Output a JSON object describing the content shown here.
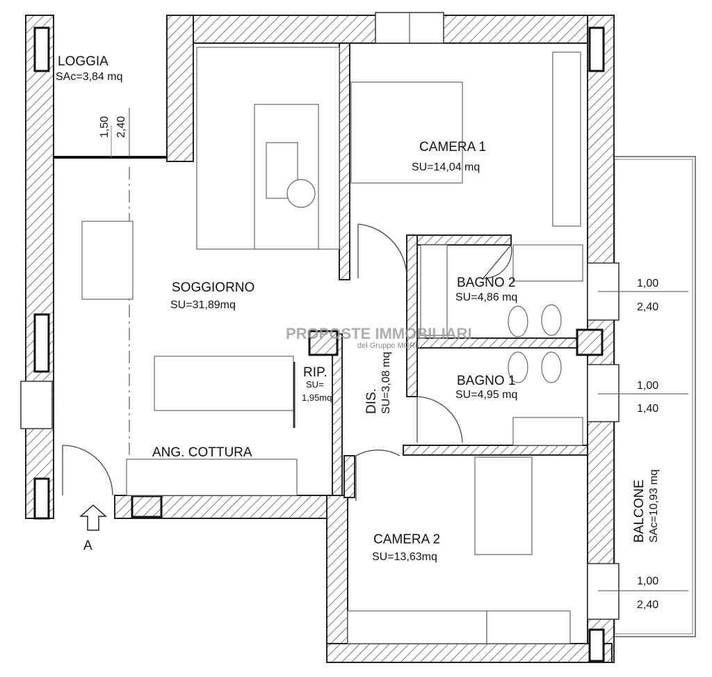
{
  "rooms": {
    "loggia": {
      "name": "LOGGIA",
      "area": "SAc=3,84 mq",
      "dim_width": "1,50",
      "dim_height": "2,40"
    },
    "soggiorno": {
      "name": "SOGGIORNO",
      "area": "SU=31,89mq"
    },
    "camera1": {
      "name": "CAMERA 1",
      "area": "SU=14,04 mq"
    },
    "bagno2": {
      "name": "BAGNO 2",
      "area": "SU=4,86 mq"
    },
    "bagno1": {
      "name": "BAGNO 1",
      "area": "SU=4,95 mq"
    },
    "rip": {
      "name": "RIP.",
      "area_label": "SU=",
      "area": "1,95mq"
    },
    "dis": {
      "name": "DIS.",
      "area": "SU=3,08 mq"
    },
    "cottura": {
      "name": "ANG. COTTURA"
    },
    "camera2": {
      "name": "CAMERA 2",
      "area": "SU=13,63mq"
    },
    "balcone": {
      "name": "BALCONE",
      "area": "SAc=10,93 mq"
    }
  },
  "windows": [
    {
      "width": "1,00",
      "height": "2,40"
    },
    {
      "width": "1,00",
      "height": "1,40"
    },
    {
      "width": "1,00",
      "height": "2,40"
    }
  ],
  "entrance": {
    "label": "A"
  },
  "watermark": {
    "title": "PROPOSTE IMMOBILIARI",
    "subtitle": "del Gruppo MORE"
  }
}
